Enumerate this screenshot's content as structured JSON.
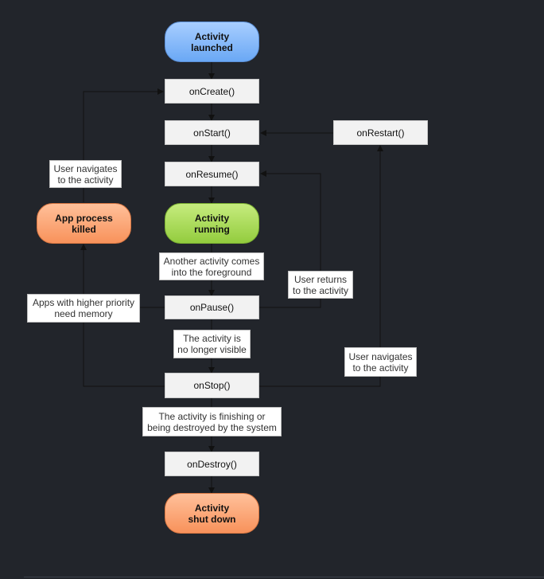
{
  "nodes": {
    "launched": "Activity\nlaunched",
    "on_create": "onCreate()",
    "on_start": "onStart()",
    "on_restart": "onRestart()",
    "on_resume": "onResume()",
    "running": "Activity\nrunning",
    "process_killed": "App process\nkilled",
    "on_pause": "onPause()",
    "on_stop": "onStop()",
    "on_destroy": "onDestroy()",
    "shut_down": "Activity\nshut down"
  },
  "labels": {
    "user_navigates_left": "User navigates\nto the activity",
    "another_activity": "Another activity comes\ninto the foreground",
    "user_returns": "User returns\nto the activity",
    "higher_priority": "Apps with higher priority\nneed memory",
    "no_longer_visible": "The activity is\nno longer visible",
    "user_navigates_right": "User navigates\nto the activity",
    "finishing": "The activity is finishing or\nbeing destroyed by the system"
  },
  "colors": {
    "background": "#22252b",
    "connector": "#111111",
    "launched_state": "#7ab2f8",
    "running_state": "#a6d857",
    "terminal_state": "#fba374"
  }
}
